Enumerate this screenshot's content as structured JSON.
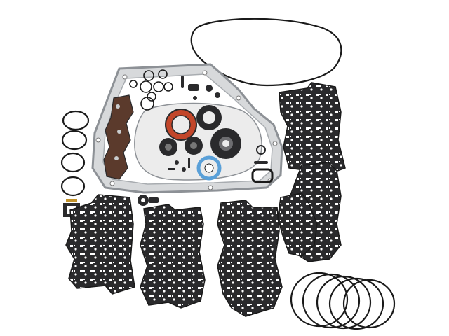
{
  "colors": {
    "background": "#ffffff",
    "gasket_dark": "#2a2a2c",
    "gasket_outline": "#1a1a1a",
    "metal_gasket": "#c9ccce",
    "metal_edge": "#8d9196",
    "rubber_red": "#c2462a",
    "seal_blue": "#5aa0d8",
    "brown_gasket": "#5b3a2c"
  },
  "parts": {
    "oil_pan_gasket": "oil-pan-o-ring",
    "case_gasket": "case-cover-gasket",
    "valve_body_gaskets": 6,
    "seal_rings": 5,
    "small_o_rings": 4
  }
}
